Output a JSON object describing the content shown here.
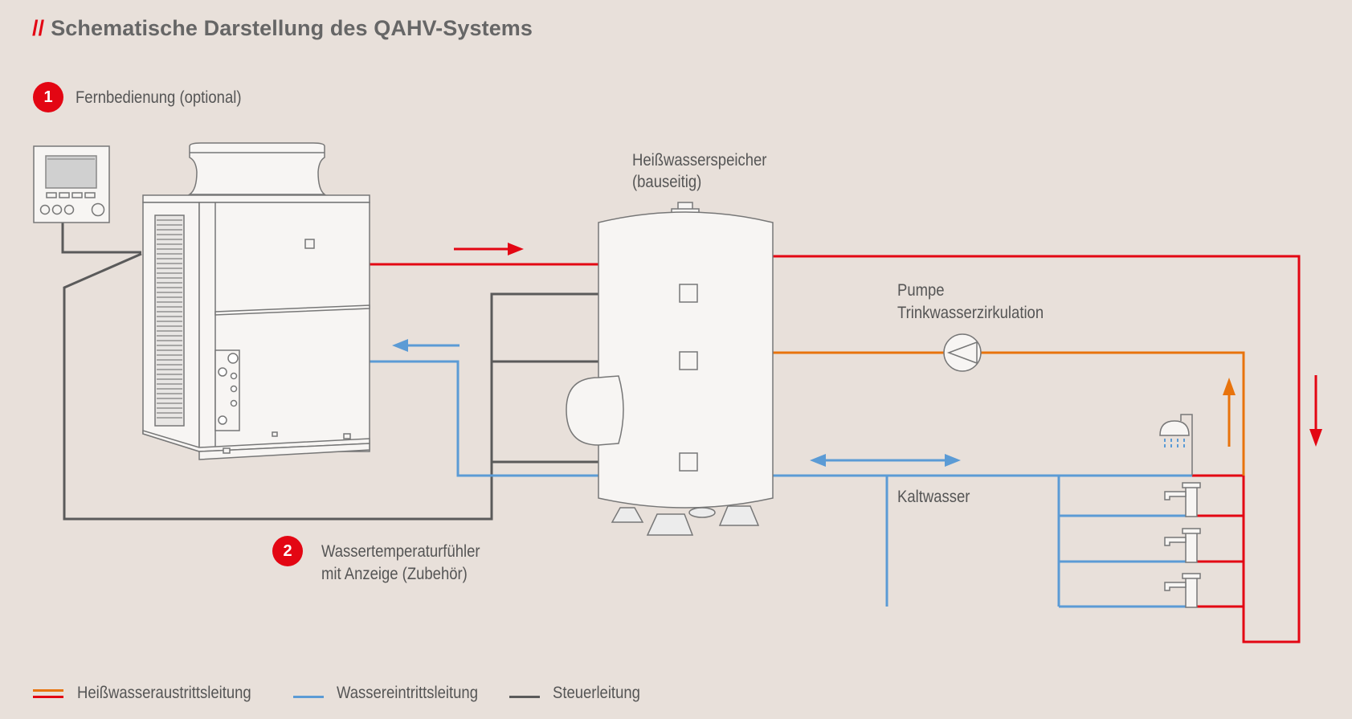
{
  "title": {
    "prefix": "//",
    "text": "Schematische Darstellung des QAHV-Systems"
  },
  "callouts": [
    {
      "number": "1",
      "label": "Fernbedienung (optional)"
    },
    {
      "number": "2",
      "label_line1": "Wassertemperaturfühler",
      "label_line2": "mit Anzeige (Zubehör)"
    }
  ],
  "labels": {
    "tank_line1": "Heißwasserspeicher",
    "tank_line2": "(bauseitig)",
    "pump_line1": "Pumpe",
    "pump_line2": "Trinkwasserzirkulation",
    "cold_water": "Kaltwasser"
  },
  "legend": [
    {
      "label": "Heißwasseraustrittsleitung",
      "colors": [
        "#e30613",
        "#e8730c"
      ]
    },
    {
      "label": "Wassereintrittsleitung",
      "colors": [
        "#5b9bd5"
      ]
    },
    {
      "label": "Steuerleitung",
      "colors": [
        "#5a5a5a"
      ]
    }
  ],
  "colors": {
    "hot_water": "#e30613",
    "circulation": "#e8730c",
    "cold_water": "#5b9bd5",
    "control": "#5a5a5a",
    "background": "#e8e0da"
  }
}
